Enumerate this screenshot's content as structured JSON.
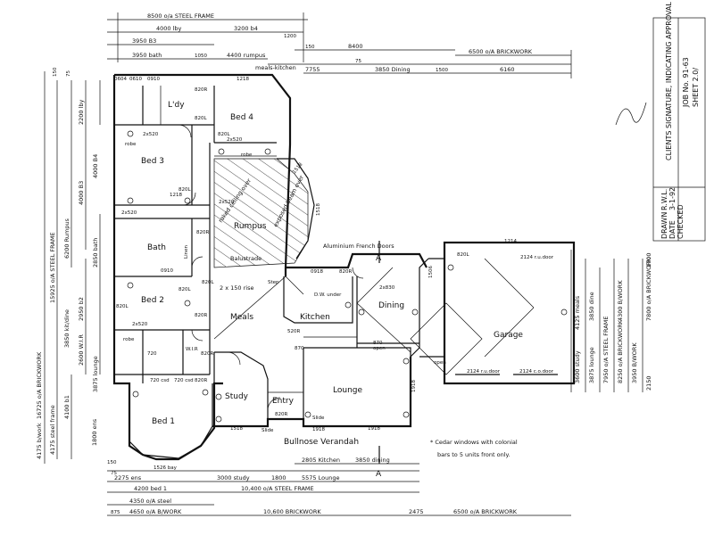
{
  "rooms": {
    "bed4": "Bed 4",
    "bed3": "Bed 3",
    "bed2": "Bed 2",
    "bed1": "Bed 1",
    "ldy": "L'dy",
    "bath": "Bath",
    "rumpus": "Rumpus",
    "meals": "Meals",
    "kitchen": "Kitchen",
    "dining": "Dining",
    "lounge": "Lounge",
    "entry": "Entry",
    "study": "Study",
    "garage": "Garage",
    "verandah": "Bullnose Verandah",
    "wir": "W.I.R",
    "linen": "Linen",
    "robe_a": "robe",
    "robe_b": "robe",
    "robe_c": "robe"
  },
  "notes": {
    "french_doors": "Aluminium French Doors",
    "raked_ceiling": "raked ceiling over",
    "beam_over": "exposed beam over",
    "balustrade": "Balustrade",
    "riser": "2 x 150 rise",
    "cedar_1": "* Cedar windows with colonial",
    "cedar_2": "bars to 5 units front only.",
    "dwunder": "D.W. under",
    "section_a_top": "A",
    "section_a_bottom": "A",
    "open_1": "open",
    "open_2": "open",
    "slide_1": "Slide",
    "slide_2": "Slide",
    "step": "Step"
  },
  "top_dims": {
    "d1": "8500 o/a STEEL FRAME",
    "d2": "4000 lby",
    "d3": "3200 b4",
    "d4": "3950 B3",
    "d5": "3950 bath",
    "d6": "4400 rumpus",
    "d7": "8400",
    "d8": "meals-kitchen",
    "d9": "7755",
    "d10": "3850 Dining",
    "d11": "6500 o/A BRICKWORK",
    "d12": "6160",
    "d13": "1500",
    "d14": "1050",
    "d15": "1200",
    "d16": "150",
    "d17": "75"
  },
  "bottom_dims": {
    "d1": "2805 Kitchen",
    "d2": "3850 dining",
    "d3": "2275 ens",
    "d4": "3000 study",
    "d5": "1800",
    "d6": "5575 Lounge",
    "d7": "4200 bed 1",
    "d8": "10,400 o/A STEEL FRAME",
    "d9": "4350 o/A steel",
    "d10": "4650 o/A B/WORK",
    "d11": "10,600 BRICKWORK",
    "d12": "2475",
    "d13": "6500 o/A BRICKWORK",
    "d14": "1526 bay",
    "d15": "875",
    "d16": "75",
    "d17": "150"
  },
  "left_dims": {
    "d1": "16725 o/A BRICKWORK",
    "d2": "15925 o/A STEEL FRAME",
    "d3": "6200 Rumpus",
    "d4": "4000 B3",
    "d5": "2200 lby",
    "d6": "4000 B4",
    "d7": "2850 bath",
    "d8": "2950 b2",
    "d9": "3850 kit/dine",
    "d10": "2600 W.I.R",
    "d11": "1800 ens",
    "d12": "3875 lounge",
    "d13": "4100 b1",
    "d14": "4175 steel frame",
    "d15": "4175 b/work",
    "d16": "150",
    "d17": "75"
  },
  "right_dims": {
    "d1": "3600 study",
    "d2": "3875 lounge",
    "d3": "7950 o/A STEEL FRAME",
    "d4": "8250 o/A BRICKWORK",
    "d5": "3950 B/WORK",
    "d6": "4125 meals",
    "d7": "3850 dine",
    "d8": "4300 B/WORK",
    "d9": "7800 o/A BRICKWORK",
    "d10": "2150",
    "d11": "1700"
  },
  "door_window_codes": {
    "c1": "0910",
    "c2": "0610",
    "c3": "0604",
    "c4": "1218",
    "c5": "2x520",
    "c6": "820L",
    "c7": "820R",
    "c8": "2x520",
    "c9": "820L",
    "c10": "1218",
    "c11": "2x520",
    "c12": "820L",
    "c13": "820R",
    "c14": "0910",
    "c15": "2x520",
    "c16": "820L",
    "c17": "820R",
    "c18": "720",
    "c19": "720 csd",
    "c20": "820R",
    "c21": "820L",
    "c22": "720 csd",
    "c23": "820R",
    "c24": "820R",
    "c25": "1518",
    "c26": "870",
    "c27": "1918",
    "c28": "1214",
    "c29": "820L",
    "c30": "2124 r.u.door",
    "c31": "2124 r.u.door",
    "c32": "2124 c.o.door",
    "c33": "1518",
    "c34": "2x520",
    "c35": "820L",
    "c36": "0918",
    "c37": "870",
    "c38": "1918",
    "c39": "520R",
    "c40": "820R",
    "c41": "2x830",
    "c42": "1506",
    "c43": "1518",
    "c44": "1918"
  },
  "titleblock": {
    "signature_note": "CLIENTS SIGNATURE, INDICATING APPROVAL OF THESE PLANS",
    "job": "JOB No. 91-63",
    "sheet": "SHEET 2.0/",
    "drawn_label": "DRAWN",
    "drawn_value": "R.W.L.",
    "date_label": "DATE",
    "date_value": "3-1-92",
    "checked_label": "CHECKED"
  }
}
